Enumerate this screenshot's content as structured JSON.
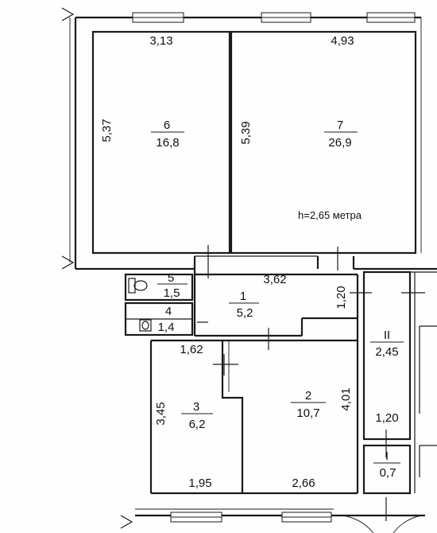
{
  "rooms": {
    "r6": {
      "num": "6",
      "area": "16,8"
    },
    "r7": {
      "num": "7",
      "area": "26,9"
    },
    "r5": {
      "num": "5",
      "area": "1,5"
    },
    "r4": {
      "num": "4",
      "area": "1,4"
    },
    "r1": {
      "num": "1",
      "area": "5,2"
    },
    "r3": {
      "num": "3",
      "area": "6,2"
    },
    "r2": {
      "num": "2",
      "area": "10,7"
    },
    "rII": {
      "num": "II",
      "area": "2,45"
    },
    "rI": {
      "num": "I",
      "area": "0,7"
    }
  },
  "dimensions": {
    "d313": "3,13",
    "d493": "4,93",
    "d537": "5,37",
    "d539": "5,39",
    "d362": "3,62",
    "d120a": "1,20",
    "d162": "1,62",
    "d401": "4,01",
    "d345": "3,45",
    "d120b": "1,20",
    "d195": "1,95",
    "d266": "2,66"
  },
  "notes": {
    "height": "h=2,65 метра"
  }
}
